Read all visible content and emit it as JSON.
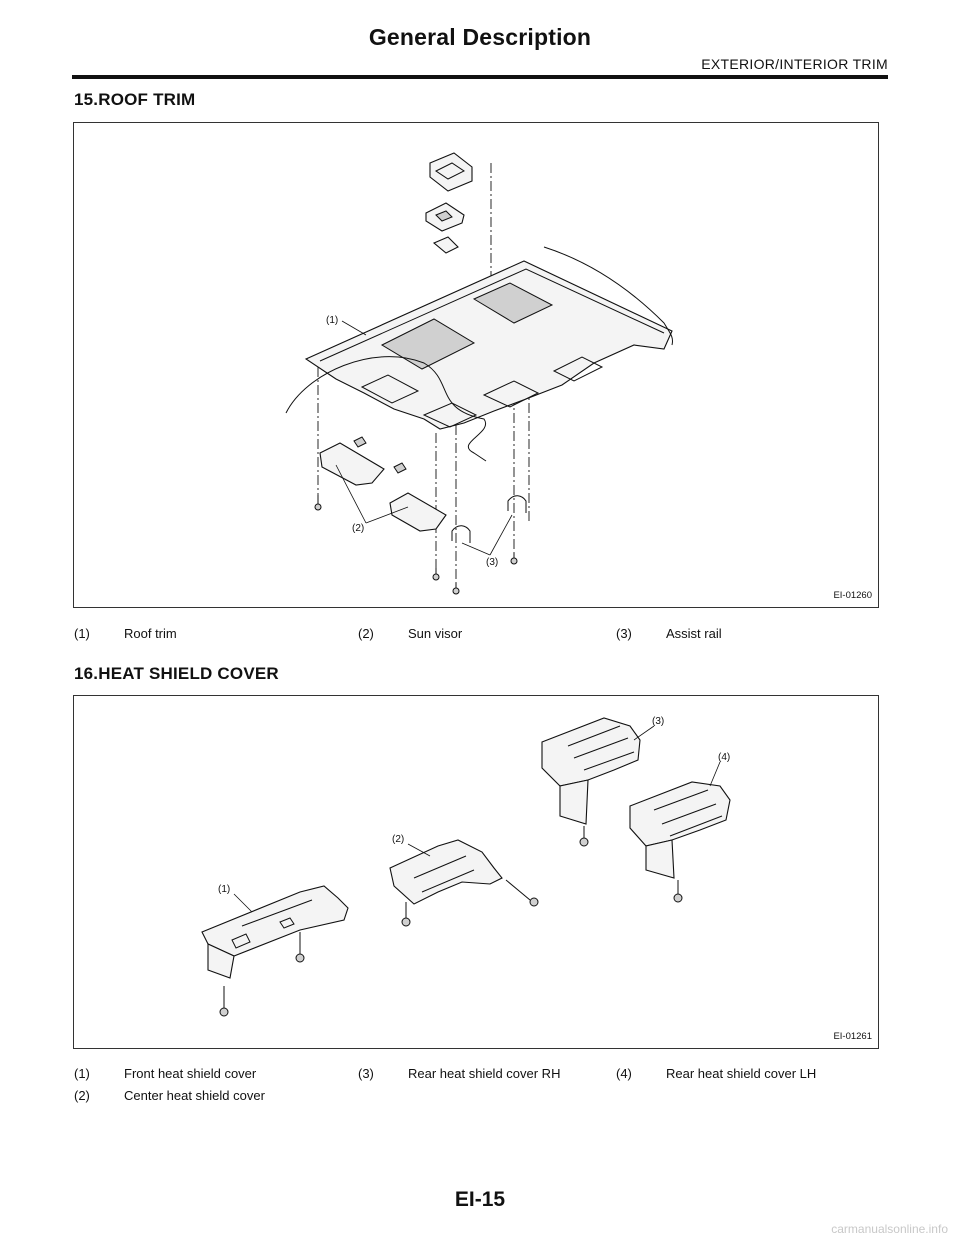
{
  "header": {
    "title": "General Description",
    "section": "EXTERIOR/INTERIOR TRIM"
  },
  "sections": [
    {
      "heading": "15.ROOF TRIM",
      "figure_id": "EI-01260",
      "callouts": [
        "(1)",
        "(2)",
        "(3)"
      ],
      "legend": [
        [
          {
            "num": "(1)",
            "text": "Roof trim"
          },
          {
            "num": "(2)",
            "text": "Sun visor"
          },
          {
            "num": "(3)",
            "text": "Assist rail"
          }
        ]
      ]
    },
    {
      "heading": "16.HEAT SHIELD COVER",
      "figure_id": "EI-01261",
      "callouts": [
        "(1)",
        "(2)",
        "(3)",
        "(4)"
      ],
      "legend": [
        [
          {
            "num": "(1)",
            "text": "Front heat shield cover"
          },
          {
            "num": "(3)",
            "text": "Rear heat shield cover RH"
          },
          {
            "num": "(4)",
            "text": "Rear heat shield cover LH"
          }
        ],
        [
          {
            "num": "(2)",
            "text": "Center heat shield cover"
          }
        ]
      ]
    }
  ],
  "footer": {
    "page_number": "EI-15",
    "watermark": "carmanualsonline.info"
  }
}
